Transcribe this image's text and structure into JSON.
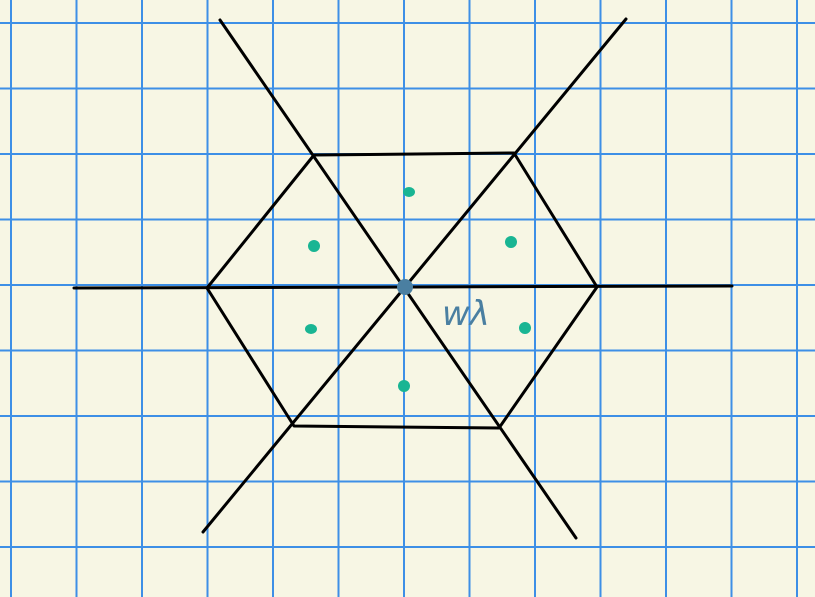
{
  "diagram": {
    "label": "wλ",
    "colors": {
      "background": "#f7f6e4",
      "grid": "#3d8fe6",
      "ink": "#000000",
      "weyl_orbit_points": "#19b593",
      "origin_point": "#4a7fa1",
      "label": "#4a7fa1"
    },
    "structure": {
      "mirror_lines": 3,
      "hexagon_sides": 6,
      "orbit_points": 6,
      "origin_points": 1
    }
  }
}
